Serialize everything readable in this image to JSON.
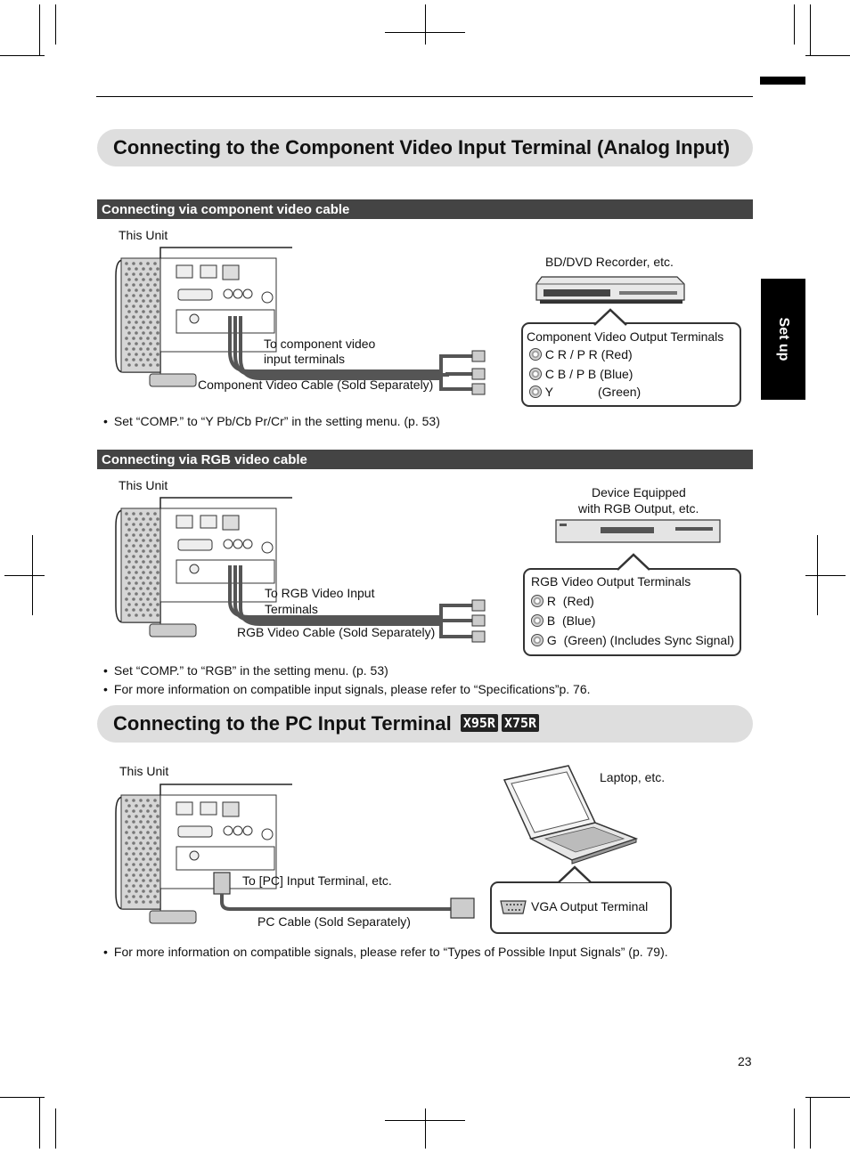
{
  "side_tab": "Set up",
  "page_number": "23",
  "section1": {
    "title": "Connecting to the Component Video Input Terminal (Analog Input)",
    "sub1": {
      "heading": "Connecting via component video cable",
      "this_unit": "This Unit",
      "device": "BD/DVD Recorder, etc.",
      "to_terminal_1": "To component video",
      "to_terminal_2": "input terminals",
      "cable": "Component Video Cable (Sold Separately)",
      "output_title": "Component Video Output Terminals",
      "terminals": [
        {
          "name": "C R / P R",
          "color": "(Red)"
        },
        {
          "name": "C B / P B",
          "color": "(Blue)"
        },
        {
          "name": "Y",
          "color": "(Green)"
        }
      ],
      "note": "Set “COMP.” to “Y Pb/Cb Pr/Cr” in the setting menu. (p. 53)"
    },
    "sub2": {
      "heading": "Connecting via RGB video cable",
      "this_unit": "This Unit",
      "device_1": "Device Equipped",
      "device_2": "with RGB Output, etc.",
      "to_terminal_1": "To RGB Video Input",
      "to_terminal_2": "Terminals",
      "cable": "RGB Video Cable (Sold Separately)",
      "output_title": "RGB Video Output Terminals",
      "terminals": [
        {
          "name": "R",
          "color": "(Red)"
        },
        {
          "name": "B",
          "color": "(Blue)"
        },
        {
          "name": "G",
          "color": "(Green) (Includes Sync Signal)"
        }
      ],
      "note1": "Set “COMP.” to “RGB” in the setting menu. (p. 53)",
      "note2": "For more information on compatible input signals, please refer to “Specifications”p. 76."
    }
  },
  "section2": {
    "title": "Connecting to the PC Input Terminal",
    "badges": [
      "X95R",
      "X75R"
    ],
    "this_unit": "This Unit",
    "device": "Laptop, etc.",
    "to_terminal": "To [PC] Input Terminal, etc.",
    "cable": "PC Cable (Sold Separately)",
    "output": "VGA Output Terminal",
    "note": "For more information on compatible signals, please refer to “Types of Possible Input Signals” (p. 79)."
  },
  "bullet_char": "•"
}
